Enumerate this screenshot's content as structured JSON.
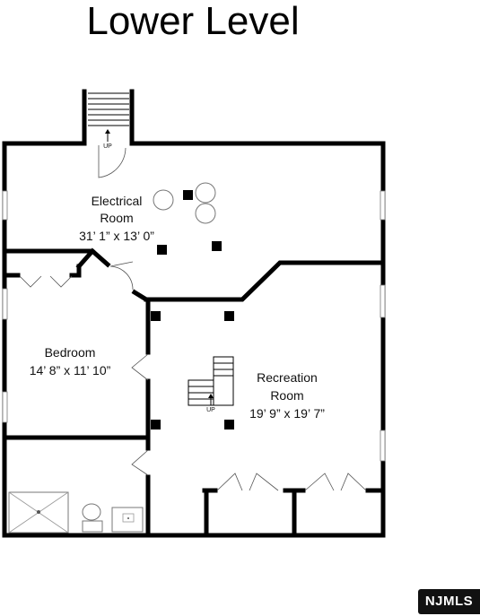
{
  "title": "Lower Level",
  "rooms": [
    {
      "name": "Electrical",
      "name2": "Room",
      "dims": "31’ 1” x 13’ 0”"
    },
    {
      "name": "Bedroom",
      "dims": "14’ 8” x 11’ 10”"
    },
    {
      "name": "Recreation",
      "name2": "Room",
      "dims": "19’ 9” x 19’ 7”"
    }
  ],
  "stairs": [
    {
      "label": "UP"
    },
    {
      "label": "UP"
    }
  ],
  "badge": "NJMLS"
}
